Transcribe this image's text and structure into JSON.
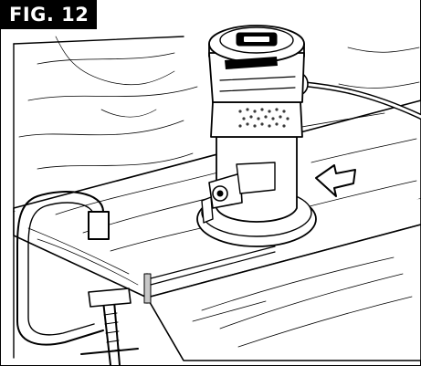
{
  "figure": {
    "label": "FIG. 12"
  },
  "illustration": {
    "subjects": [
      "router",
      "workpiece-board",
      "c-clamp",
      "power-cord",
      "feed-direction-arrow"
    ],
    "style": "black line art on white",
    "accent_colors": {
      "line": "#000000",
      "fill": "#ffffff",
      "slot": "#c8c8c8",
      "mesh": "#3a3a3a"
    }
  }
}
